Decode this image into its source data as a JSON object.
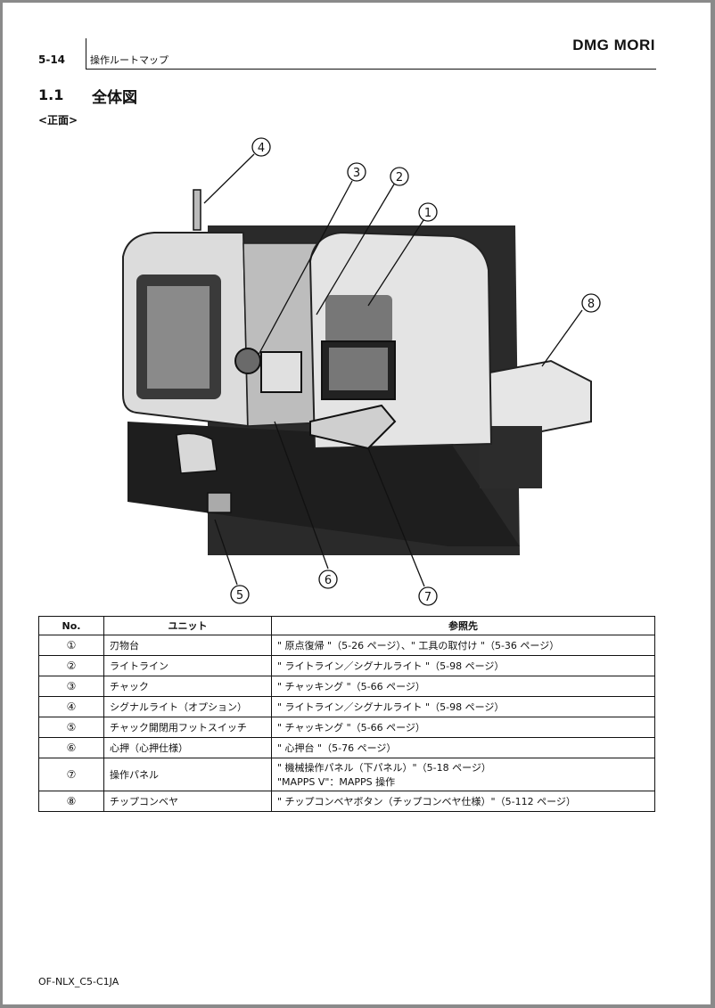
{
  "header": {
    "page_number": "5-14",
    "section_title": "操作ルートマップ",
    "brand": "DMG MORI"
  },
  "section": {
    "number": "1.1",
    "title": "全体図",
    "subheading": "<正面>"
  },
  "callouts": [
    "④",
    "③",
    "②",
    "①",
    "⑧",
    "⑤",
    "⑥",
    "⑦"
  ],
  "table": {
    "headers": [
      "No.",
      "ユニット",
      "参照先"
    ],
    "rows": [
      {
        "no": "①",
        "unit": "刃物台",
        "ref": "\" 原点復帰 \"（5-26 ページ）、\" 工具の取付け \"（5-36 ページ）",
        "ref2": ""
      },
      {
        "no": "②",
        "unit": "ライトライン",
        "ref": "\" ライトライン／シグナルライト \"（5-98 ページ）",
        "ref2": ""
      },
      {
        "no": "③",
        "unit": "チャック",
        "ref": "\" チャッキング \"（5-66 ページ）",
        "ref2": ""
      },
      {
        "no": "④",
        "unit": "シグナルライト（オプション）",
        "ref": "\" ライトライン／シグナルライト \"（5-98 ページ）",
        "ref2": ""
      },
      {
        "no": "⑤",
        "unit": "チャック開閉用フットスイッチ",
        "ref": "\" チャッキング \"（5-66 ページ）",
        "ref2": ""
      },
      {
        "no": "⑥",
        "unit": "心押（心押仕様）",
        "ref": "\" 心押台 \"（5-76 ページ）",
        "ref2": ""
      },
      {
        "no": "⑦",
        "unit": "操作パネル",
        "ref": "\" 機械操作パネル（下パネル）\"（5-18 ページ）",
        "ref2": "\"MAPPS V\"：MAPPS 操作"
      },
      {
        "no": "⑧",
        "unit": "チップコンベヤ",
        "ref": "\" チップコンベヤボタン（チップコンベヤ仕様）\"（5-112 ページ）",
        "ref2": ""
      }
    ]
  },
  "footer": {
    "doc_code": "OF-NLX_C5-C1JA"
  }
}
